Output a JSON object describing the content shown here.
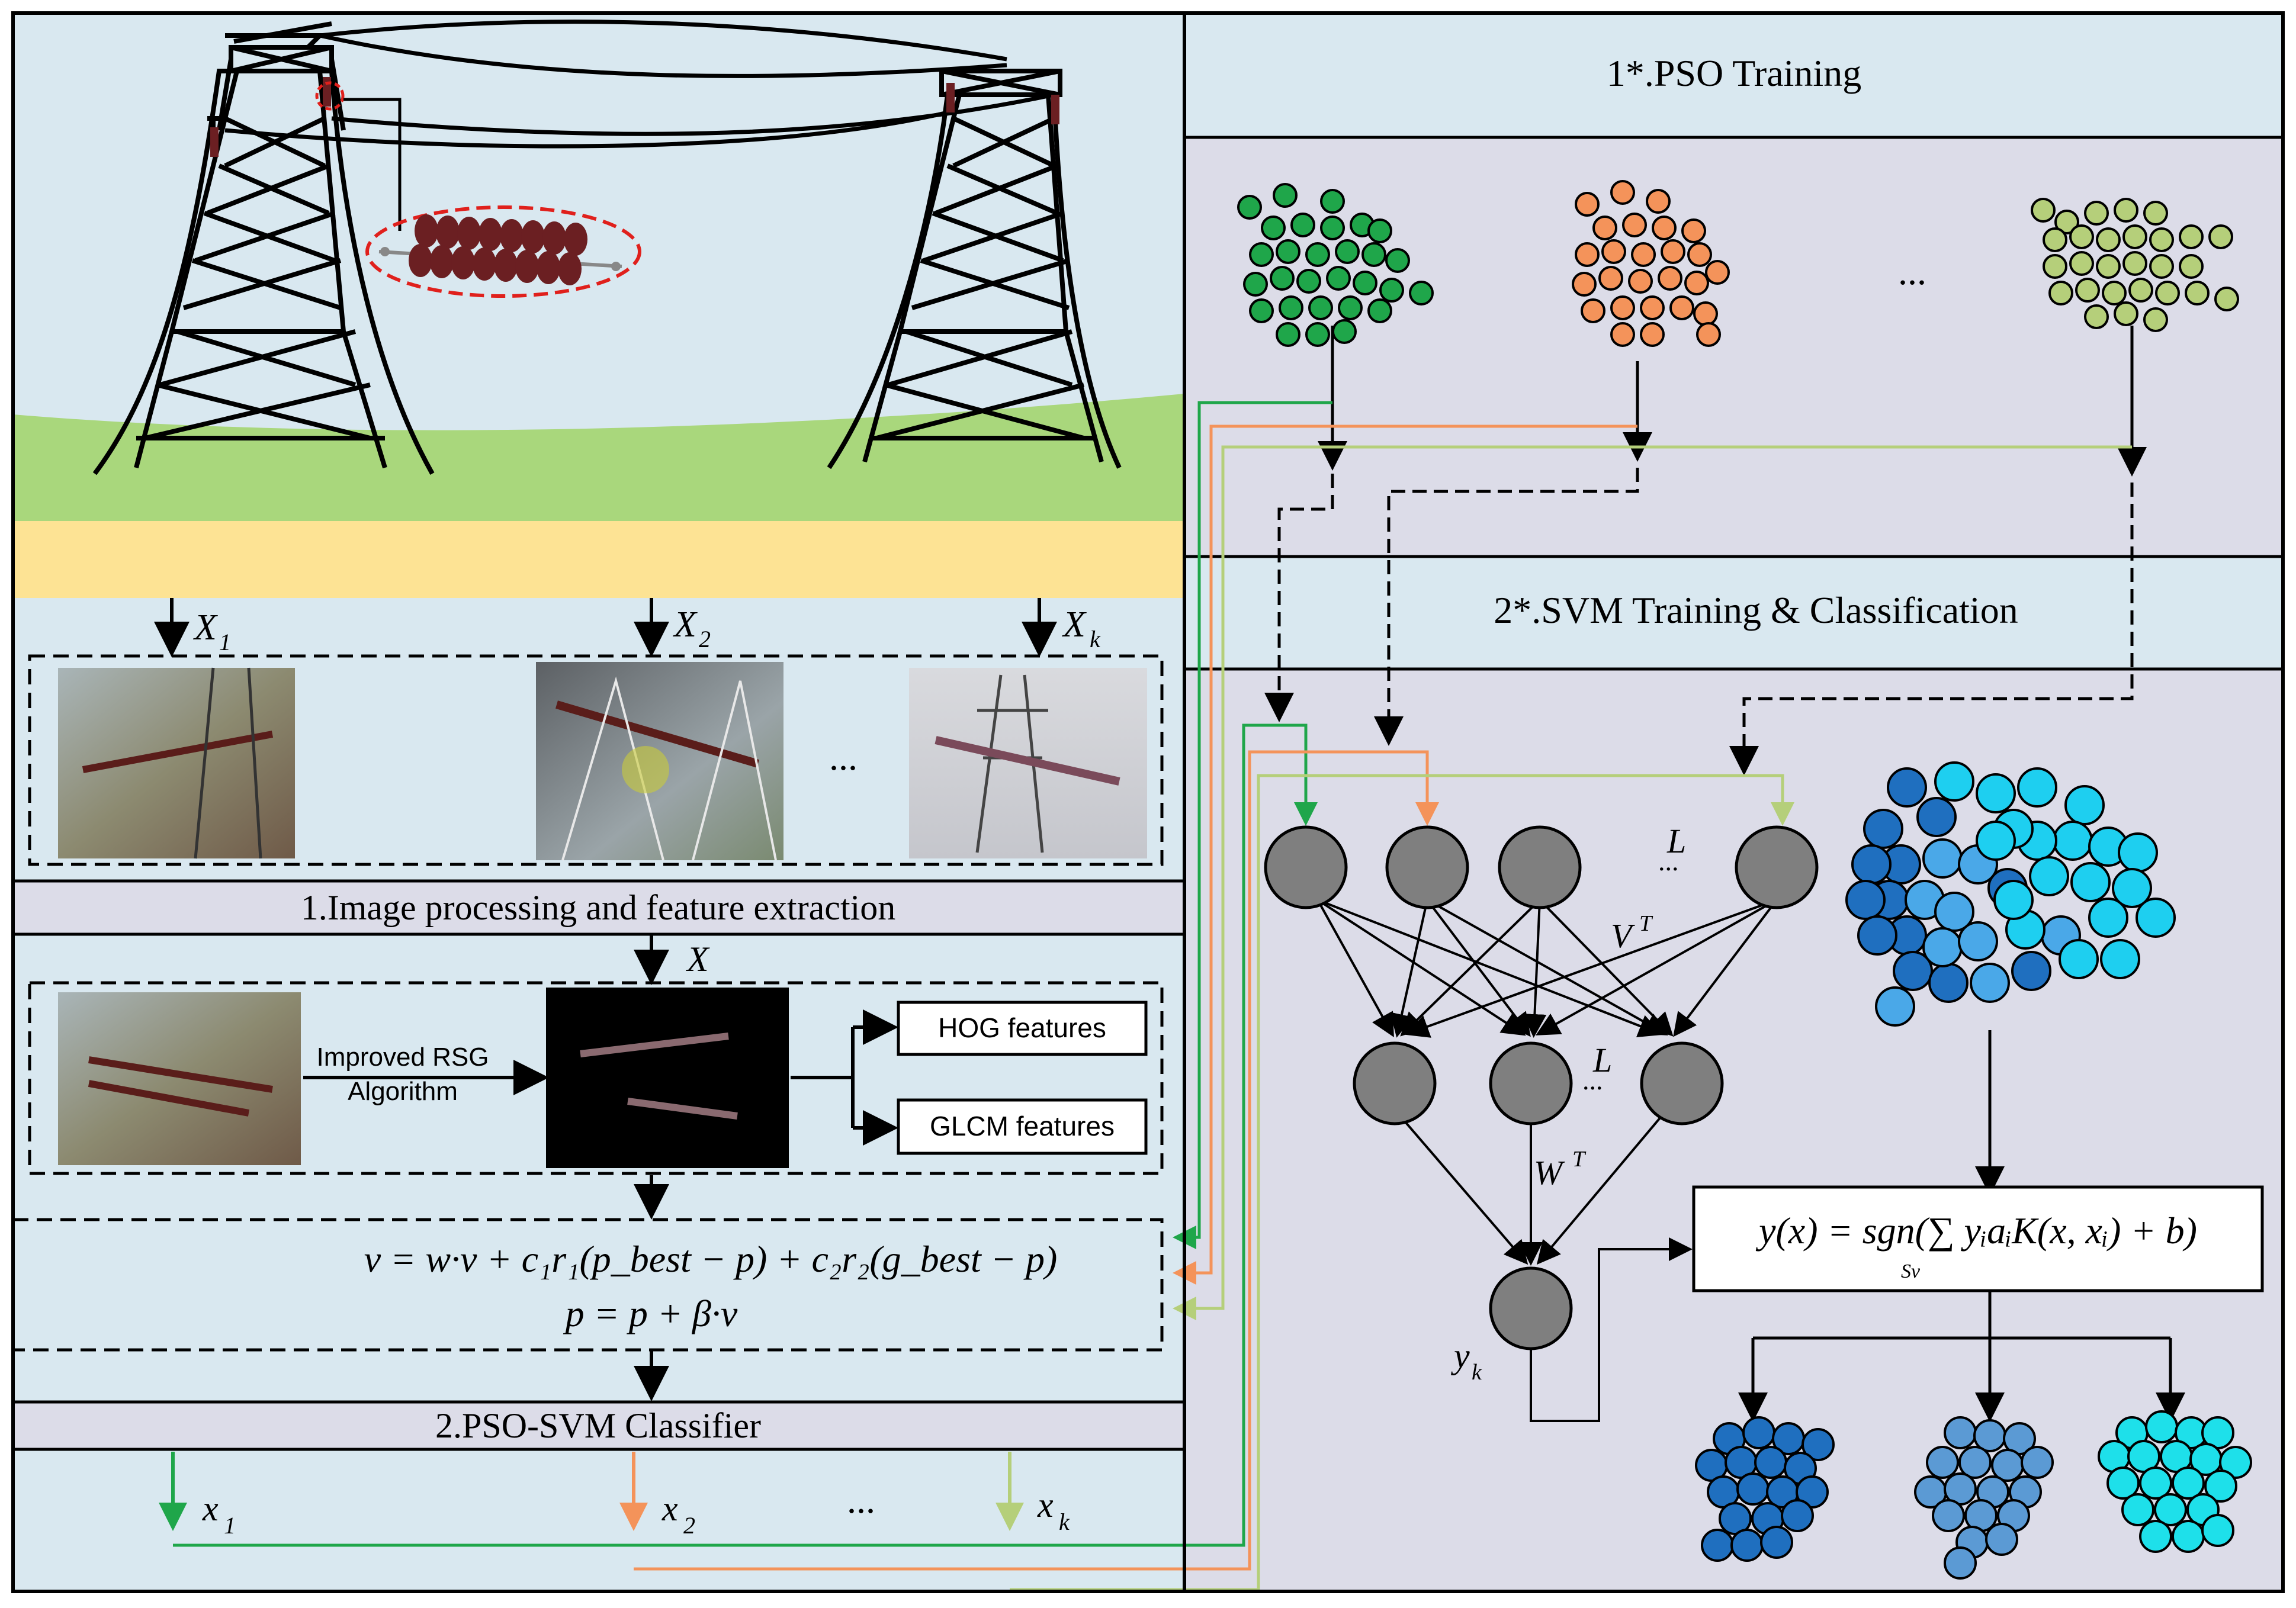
{
  "sections": {
    "pso_training": "1*.PSO Training",
    "svm_training": "2*.SVM Training & Classification",
    "image_processing": "1.Image processing and feature extraction",
    "classifier": "2.PSO-SVM Classifier"
  },
  "image_sets": {
    "labels": [
      "X",
      "X",
      "X"
    ],
    "subscripts": [
      "1",
      "2",
      "k"
    ],
    "ellipsis": "..."
  },
  "feature_extraction": {
    "input_label": "X",
    "algorithm_line1": "Improved RSG",
    "algorithm_line2": "Algorithm",
    "hog": "HOG features",
    "glcm": "GLCM features"
  },
  "equations": {
    "velocity": "v = w·v + c₁r₁(p_best − p) + c₂r₂(g_best − p)",
    "position": "p = p + β·v"
  },
  "outputs": {
    "labels": [
      "x",
      "x",
      "x"
    ],
    "subscripts": [
      "1",
      "2",
      "k"
    ],
    "ellipsis": "..."
  },
  "network": {
    "top_dots": "L",
    "mid_dots": "L",
    "v_weight": "V",
    "v_sup": "T",
    "w_weight": "W",
    "w_sup": "T",
    "output": "y",
    "output_sub": "k"
  },
  "svm": {
    "formula": "y(x) = sgn(∑ yᵢaᵢK(x, xᵢ) + b)",
    "sum_index": "Sv"
  },
  "pso_ellipsis": "...",
  "colors": {
    "panel_blue": "#d9e8f0",
    "panel_lavender": "#dcdce8",
    "green": "#1fa64a",
    "orange": "#f4935a",
    "olive": "#b5cf7a",
    "insulator": "#6b1f22"
  }
}
